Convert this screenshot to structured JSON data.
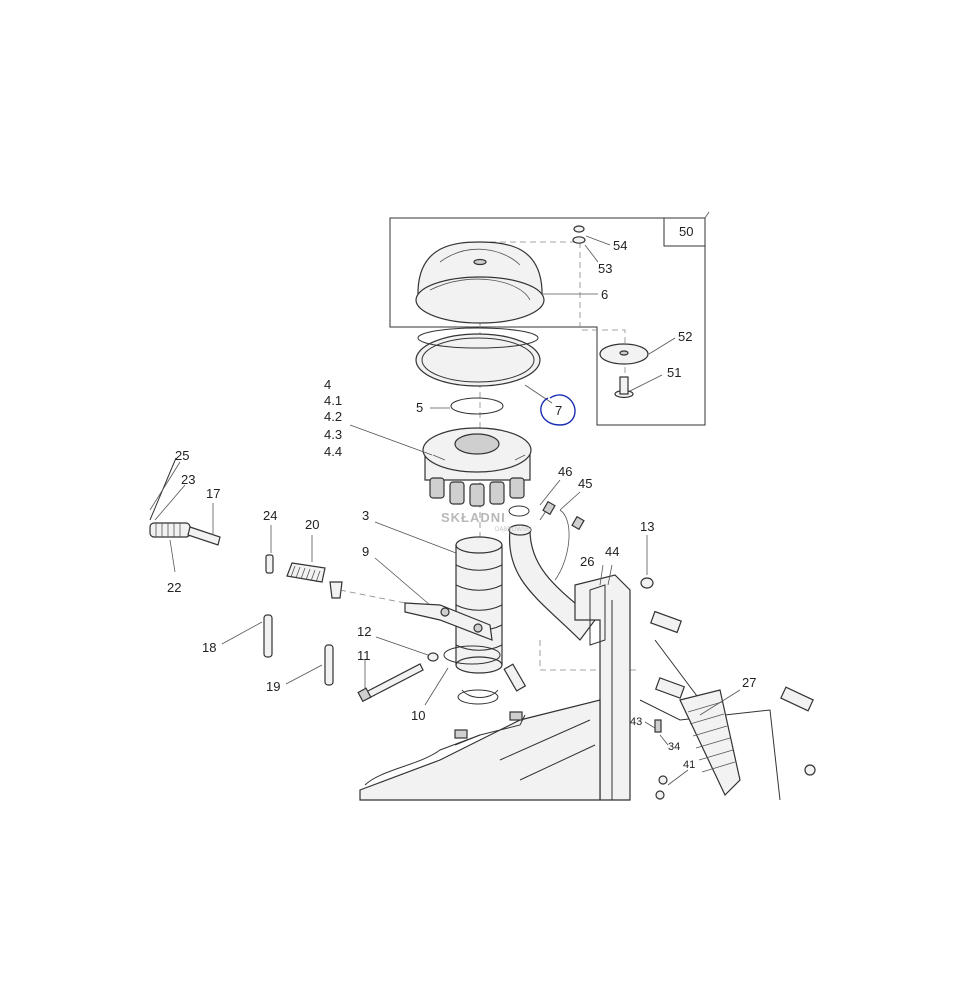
{
  "labels": {
    "p50": "50",
    "p54": "54",
    "p53": "53",
    "p6": "6",
    "p52": "52",
    "p51": "51",
    "p7": "7",
    "p4": "4",
    "p4_1": "4.1",
    "p4_2": "4.2",
    "p4_3": "4.3",
    "p4_4": "4.4",
    "p5": "5",
    "p25": "25",
    "p23": "23",
    "p17": "17",
    "p22": "22",
    "p24": "24",
    "p20": "20",
    "p3": "3",
    "p9": "9",
    "p46": "46",
    "p45": "45",
    "p13": "13",
    "p26": "26",
    "p44": "44",
    "p12": "12",
    "p11": "11",
    "p10": "10",
    "p18": "18",
    "p19": "19",
    "p27": "27",
    "p43": "43",
    "p34": "34",
    "p41": "41"
  },
  "watermark": {
    "brand": "SKŁADNI",
    "sub": "DĄBROWSKI"
  },
  "annotation_color": "#1b2fb3"
}
